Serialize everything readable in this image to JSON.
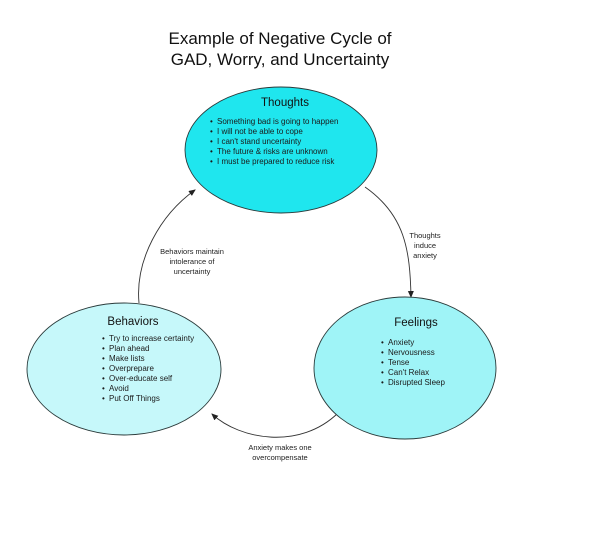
{
  "title": {
    "line1": "Example of Negative Cycle of",
    "line2": "GAD, Worry, and Uncertainty"
  },
  "colors": {
    "thoughts_fill": "#1fe6ee",
    "feelings_fill": "#9ff4f7",
    "behaviors_fill": "#c6f8fa",
    "stroke": "#2a3a3a",
    "edge": "#333333"
  },
  "nodes": {
    "thoughts": {
      "label": "Thoughts",
      "items": [
        "Something bad is going to happen",
        "I will not be able to cope",
        "I can't stand uncertainty",
        "The future & risks are unknown",
        "I must be prepared to reduce risk"
      ]
    },
    "feelings": {
      "label": "Feelings",
      "items": [
        "Anxiety",
        "Nervousness",
        "Tense",
        "Can't Relax",
        "Disrupted Sleep"
      ]
    },
    "behaviors": {
      "label": "Behaviors",
      "items": [
        "Try to increase certainty",
        "Plan ahead",
        "Make lists",
        "Overprepare",
        "Over-educate self",
        "Avoid",
        "Put Off Things"
      ]
    }
  },
  "edges": {
    "thoughts_to_feelings": {
      "lines": [
        "Thoughts",
        "induce",
        "anxiety"
      ]
    },
    "feelings_to_behaviors": {
      "lines": [
        "Anxiety makes one",
        "overcompensate"
      ]
    },
    "behaviors_to_thoughts": {
      "lines": [
        "Behaviors maintain",
        "intolerance of",
        "uncertainty"
      ]
    }
  }
}
